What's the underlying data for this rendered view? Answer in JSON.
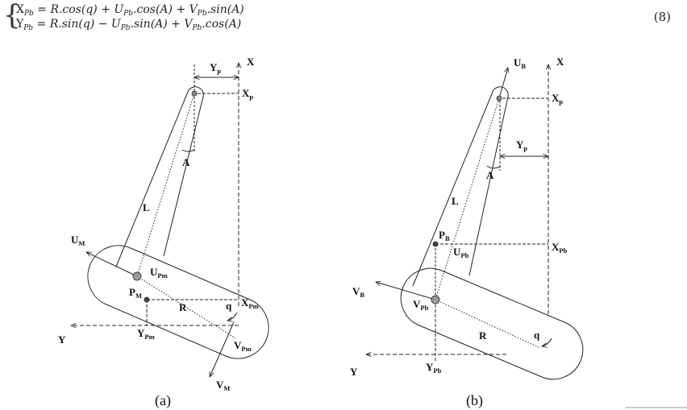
{
  "equation": {
    "number": "(8)",
    "line1": {
      "lhs": "X",
      "lhs_sub": "Pb",
      "a": "R.cos(q)",
      "b": "U",
      "b_sub": "Pb",
      "b2": ".cos(A)",
      "c": "V",
      "c_sub": "Pb",
      "c2": ".sin(A)"
    },
    "line2": {
      "lhs": "Y",
      "lhs_sub": "Pb",
      "a": "R.sin(q)",
      "b": "U",
      "b_sub": "Pb",
      "b2": ".sin(A)",
      "c": "V",
      "c_sub": "Pb",
      "c2": ".cos(A)"
    }
  },
  "figure_a": {
    "caption": "(a)",
    "labels": {
      "X": "X",
      "Y": "Y",
      "Yp": "Y",
      "Yp_sub": "p",
      "Xp": "X",
      "Xp_sub": "p",
      "A": "A",
      "L": "L",
      "R": "R",
      "q": "q",
      "UM": "U",
      "UM_sub": "M",
      "VM": "V",
      "VM_sub": "M",
      "UPm": "U",
      "UPm_sub": "Pm",
      "PM": "P",
      "PM_sub": "M",
      "XPm": "X",
      "XPm_sub": "Pm",
      "YPm": "Y",
      "YPm_sub": "Pm",
      "VPm": "V",
      "VPm_sub": "Pm"
    }
  },
  "figure_b": {
    "caption": "(b)",
    "labels": {
      "X": "X",
      "Y": "Y",
      "UB": "U",
      "UB_sub": "B",
      "Xp": "X",
      "Xp_sub": "p",
      "Yp": "Y",
      "Yp_sub": "p",
      "A": "A",
      "L": "L",
      "R": "R",
      "q": "q",
      "PB": "P",
      "PB_sub": "B",
      "UPb": "U",
      "UPb_sub": "Pb",
      "XPb": "X",
      "XPb_sub": "Pb",
      "VB": "V",
      "VB_sub": "B",
      "VPb": "V",
      "VPb_sub": "Pb",
      "YPb": "Y",
      "YPb_sub": "Pb"
    }
  },
  "colors": {
    "stroke": "#222222",
    "joint": "#999999"
  }
}
